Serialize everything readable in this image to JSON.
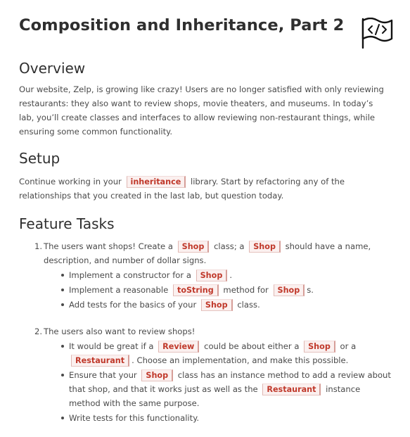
{
  "title": "Composition and Inheritance, Part 2",
  "overview": {
    "heading": "Overview",
    "text": "Our website, Zelp, is growing like crazy! Users are no longer satisfied with only reviewing restaurants: they also want to review shops, movie theaters, and museums. In today’s lab, you’ll create classes and interfaces to allow reviewing non-restaurant things, while ensuring some common functionality."
  },
  "setup": {
    "heading": "Setup",
    "text_before": "Continue working in your",
    "code": "inheritance",
    "text_after": "library. Start by refactoring any of the relationships that you created in the last lab, but question today."
  },
  "features": {
    "heading": "Feature Tasks",
    "task1": {
      "number": "1.",
      "t1": "The users want shops! Create a",
      "c1": "Shop",
      "t2": "class; a",
      "c2": "Shop",
      "t3": "should have a name, description, and number of dollar signs.",
      "sub1_t1": "Implement a constructor for a",
      "sub1_c1": "Shop",
      "sub1_t2": ".",
      "sub2_t1": "Implement a reasonable",
      "sub2_c1": "toString",
      "sub2_t2": "method for",
      "sub2_c2": "Shop",
      "sub2_t3": "s.",
      "sub3_t1": "Add tests for the basics of your",
      "sub3_c1": "Shop",
      "sub3_t2": "class."
    },
    "task2": {
      "number": "2.",
      "t1": "The users also want to review shops!",
      "sub1_t1": "It would be great if a",
      "sub1_c1": "Review",
      "sub1_t2": "could be about either a",
      "sub1_c2": "Shop",
      "sub1_t3": "or a",
      "sub1_c3": "Restaurant",
      "sub1_t4": ". Choose an implementation, and make this possible.",
      "sub2_t1": "Ensure that your",
      "sub2_c1": "Shop",
      "sub2_t2": "class has an instance method to add a review about that shop, and that it works just as well as the",
      "sub2_c2": "Restaurant",
      "sub2_t3": "instance method with the same purpose.",
      "sub3_t1": "Write tests for this functionality."
    }
  }
}
